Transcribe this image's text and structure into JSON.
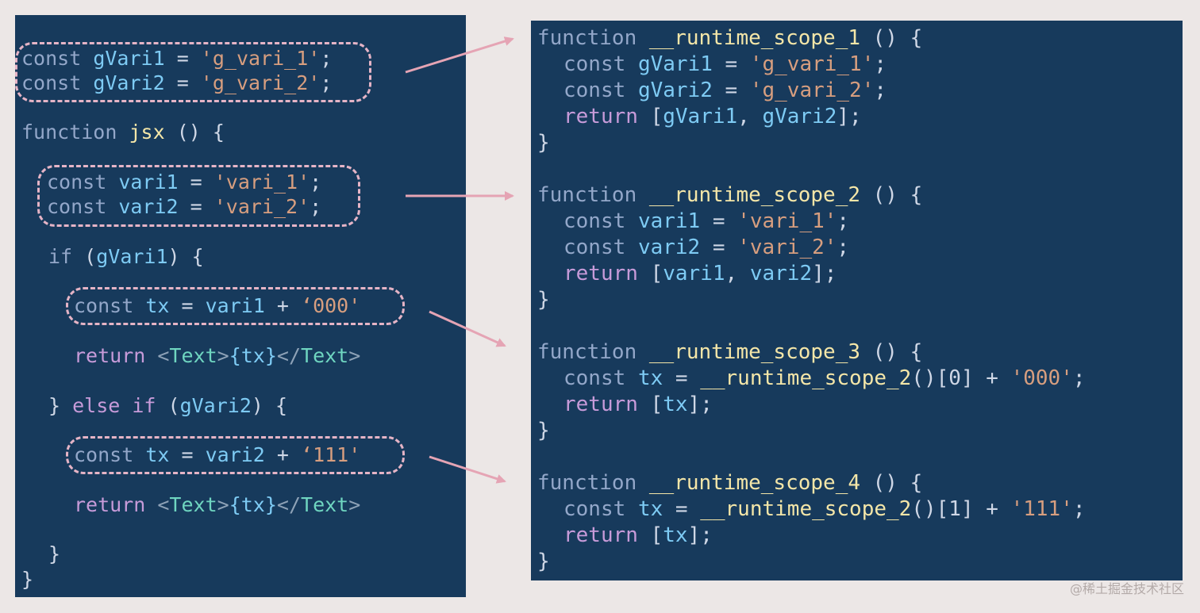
{
  "left_code": {
    "l1": {
      "kw": "const",
      "id": "gVari1",
      "eq": " = ",
      "str": "'g_vari_1'",
      "end": ";"
    },
    "l2": {
      "kw": "const",
      "id": "gVari2",
      "eq": " = ",
      "str": "'g_vari_2'",
      "end": ";"
    },
    "l3": {
      "kw": "function",
      "fn": "jsx",
      "rest": " () {"
    },
    "l4": {
      "kw": "const",
      "id": "vari1",
      "eq": " = ",
      "str": "'vari_1'",
      "end": ";"
    },
    "l5": {
      "kw": "const",
      "id": "vari2",
      "eq": " = ",
      "str": "'vari_2'",
      "end": ";"
    },
    "l6": {
      "kw": "if",
      "open": " (",
      "id": "gVari1",
      "close": ") {"
    },
    "l7": {
      "kw": "const",
      "id": "tx",
      "eq": " = ",
      "id2": "vari1",
      "plus": " + ",
      "str": "‘000'"
    },
    "l8": {
      "ret": "return",
      "lt": " <",
      "tag": "Text",
      "gt": ">",
      "expr": "{tx}",
      "lt2": "</",
      "tag2": "Text",
      "gt2": ">"
    },
    "l9": {
      "close": "} ",
      "kw": "else if",
      "open": " (",
      "id": "gVari2",
      "end": ") {"
    },
    "l10": {
      "kw": "const",
      "id": "tx",
      "eq": " = ",
      "id2": "vari2",
      "plus": " + ",
      "str": "‘111'"
    },
    "l11": {
      "ret": "return",
      "lt": " <",
      "tag": "Text",
      "gt": ">",
      "expr": "{tx}",
      "lt2": "</",
      "tag2": "Text",
      "gt2": ">"
    },
    "l12": "}",
    "l13": "}"
  },
  "right_code": {
    "scope1": {
      "head": {
        "kw": "function",
        "fn": "__runtime_scope_1",
        "rest": " () {"
      },
      "a": {
        "kw": "const",
        "id": "gVari1",
        "eq": " = ",
        "str": "'g_vari_1'",
        "end": ";"
      },
      "b": {
        "kw": "const",
        "id": "gVari2",
        "eq": " = ",
        "str": "'g_vari_2'",
        "end": ";"
      },
      "ret": {
        "ret": "return",
        "open": " [",
        "id": "gVari1",
        "comma": ", ",
        "id2": "gVari2",
        "end": "];"
      },
      "close": "}"
    },
    "scope2": {
      "head": {
        "kw": "function",
        "fn": "__runtime_scope_2",
        "rest": " () {"
      },
      "a": {
        "kw": "const",
        "id": "vari1",
        "eq": " = ",
        "str": "'vari_1'",
        "end": ";"
      },
      "b": {
        "kw": "const",
        "id": "vari2",
        "eq": " = ",
        "str": "'vari_2'",
        "end": ";"
      },
      "ret": {
        "ret": "return",
        "open": " [",
        "id": "vari1",
        "comma": ", ",
        "id2": "vari2",
        "end": "];"
      },
      "close": "}"
    },
    "scope3": {
      "head": {
        "kw": "function",
        "fn": "__runtime_scope_3",
        "rest": " () {"
      },
      "a": {
        "kw": "const",
        "id": "tx",
        "eq": " = ",
        "fn": "__runtime_scope_2",
        "call": "()[0]",
        "plus": " + ",
        "str": "'000'",
        "end": ";"
      },
      "ret": {
        "ret": "return",
        "open": " [",
        "id": "tx",
        "end": "];"
      },
      "close": "}"
    },
    "scope4": {
      "head": {
        "kw": "function",
        "fn": "__runtime_scope_4",
        "rest": " () {"
      },
      "a": {
        "kw": "const",
        "id": "tx",
        "eq": " = ",
        "fn": "__runtime_scope_2",
        "call": "()[1]",
        "plus": " + ",
        "str": "'111'",
        "end": ";"
      },
      "ret": {
        "ret": "return",
        "open": " [",
        "id": "tx",
        "end": "];"
      },
      "close": "}"
    }
  },
  "watermark": "@稀土掘金技术社区",
  "colors": {
    "background": "#ece7e6",
    "panel": "#173a5c",
    "arrow": "#e5a4b4",
    "dash": "#e5b4c6"
  }
}
